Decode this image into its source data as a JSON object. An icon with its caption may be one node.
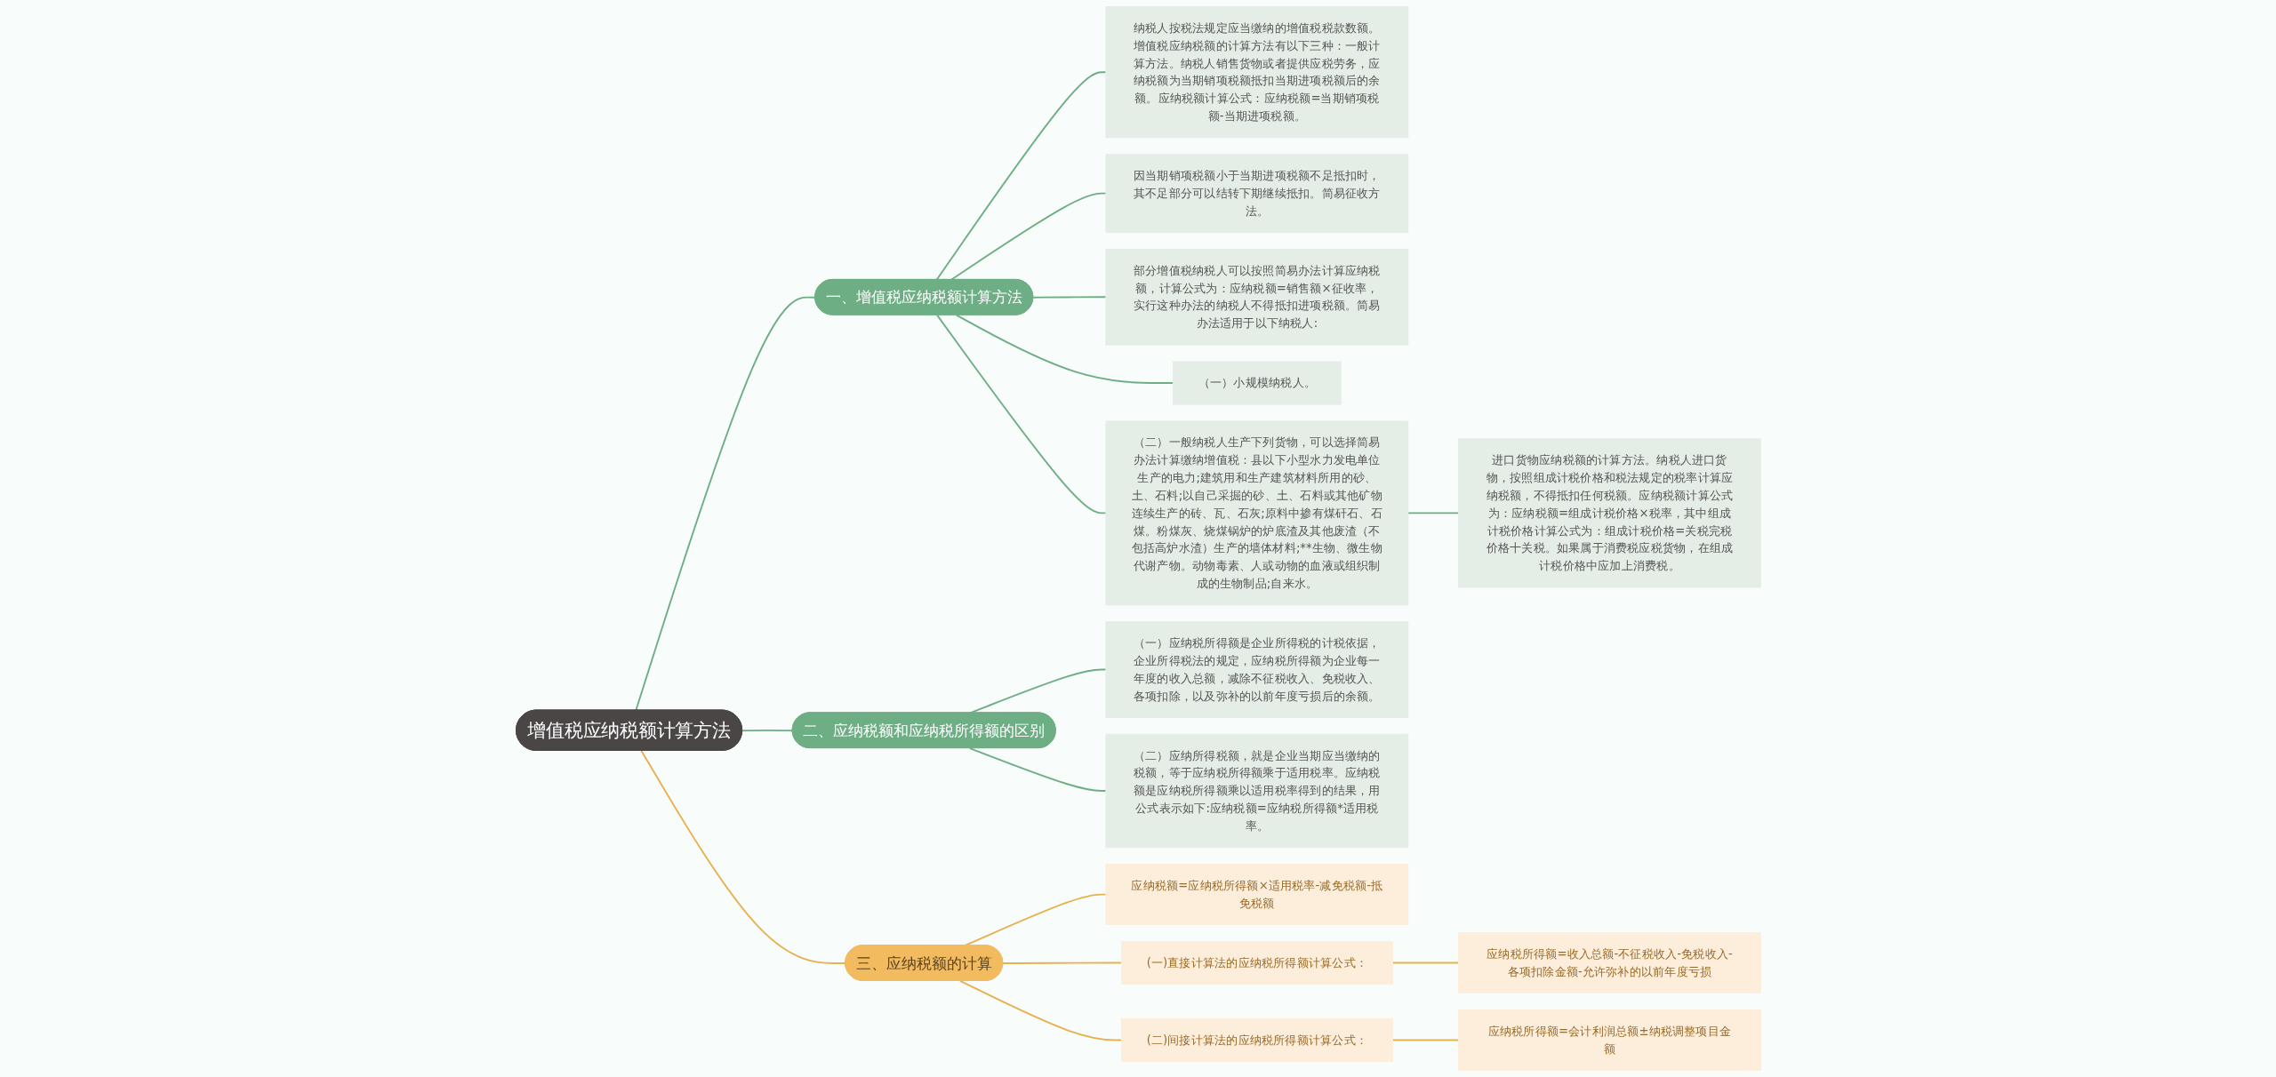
{
  "diagram": {
    "nodes": [
      {
        "text": [
          "增值税应纳税额计算方法"
        ]
      },
      {
        "text": [
          "一、增值税应纳税额计算方法"
        ]
      },
      {
        "text": [
          "纳税人按税法规定应当缴纳的增值税税款数额。增值税应纳税额的计算方法有以下三种：一般计算方法。纳税人销售货物或者提供应税劳务，应纳税额为当期销项税额抵扣当期进项税额后的余额。应纳税额计算公式：应纳税额=当期销项税额-当期进项税额。"
        ]
      },
      {
        "text": [
          "因当期销项税额小于当期进项税额不足抵扣时，其不足部分可以结转下期继续抵扣。简易征收方法。"
        ]
      },
      {
        "text": [
          "部分增值税纳税人可以按照简易办法计算应纳税额，计算公式为：应纳税额=销售额×征收率，实行这种办法的纳税人不得抵扣进项税额。简易办法适用于以下纳税人:"
        ]
      },
      {
        "text": [
          "（一）小规模纳税人。"
        ]
      },
      {
        "text": [
          "（二）一般纳税人生产下列货物，可以选择简易办法计算缴纳增值税：县以下小型水力发电单位生产的电力;建筑用和生产建筑材料所用的砂、土、石料;以自己采掘的砂、土、石料或其他矿物连续生产的砖、瓦、石灰;原料中掺有煤矸石、石煤。粉煤灰、烧煤锅炉的炉底渣及其他废渣（不包括高炉水渣）生产的墙体材料;**生物、微生物代谢产物。动物毒素、人或动物的血液或组织制成的生物制品;自来水。"
        ]
      },
      {
        "text": [
          "进口货物应纳税额的计算方法。纳税人进口货物，按照组成计税价格和税法规定的税率计算应纳税额，不得抵扣任何税额。应纳税额计算公式为：应纳税额=组成计税价格×税率，其中组成计税价格计算公式为：组成计税价格=关税完税价格十关税。如果属于消费税应税货物，在组成计税价格中应加上消费税。"
        ]
      },
      {
        "text": [
          "二、应纳税额和应纳税所得额的区别"
        ]
      },
      {
        "text": [
          "（一）应纳税所得额是企业所得税的计税依据，企业所得税法的规定，应纳税所得额为企业每一年度的收入总额，减除不征税收入、免税收入、各项扣除，以及弥补的以前年度亏损后的余额。"
        ]
      },
      {
        "text": [
          "（二）应纳所得税额，就是企业当期应当缴纳的税额，等于应纳税所得额乘于适用税率。应纳税额是应纳税所得额乘以适用税率得到的结果，用公式表示如下:应纳税额=应纳税所得额*适用税率。"
        ]
      },
      {
        "text": [
          "三、应纳税额的计算"
        ]
      },
      {
        "text": [
          "应纳税额=应纳税所得额×适用税率-减免税额-抵免税额"
        ]
      },
      {
        "text": [
          "(一)直接计算法的应纳税所得额计算公式："
        ]
      },
      {
        "text": [
          "应纳税所得额=收入总额-不征税收入-免税收入-各项扣除金额-允许弥补的以前年度亏损"
        ]
      },
      {
        "text": [
          "(二)间接计算法的应纳税所得额计算公式："
        ]
      },
      {
        "text": [
          "应纳税所得额=会计利润总额±纳税调整项目金额"
        ]
      }
    ],
    "edges": [
      {
        "from": 0,
        "to": 1,
        "arrow": "none"
      },
      {
        "from": 1,
        "to": 2,
        "arrow": "none"
      },
      {
        "from": 1,
        "to": 3,
        "arrow": "none"
      },
      {
        "from": 1,
        "to": 4,
        "arrow": "none"
      },
      {
        "from": 1,
        "to": 5,
        "arrow": "none"
      },
      {
        "from": 1,
        "to": 6,
        "arrow": "none"
      },
      {
        "from": 6,
        "to": 7,
        "arrow": "none"
      },
      {
        "from": 0,
        "to": 8,
        "arrow": "none"
      },
      {
        "from": 8,
        "to": 9,
        "arrow": "none"
      },
      {
        "from": 8,
        "to": 10,
        "arrow": "none"
      },
      {
        "from": 0,
        "to": 11,
        "arrow": "none",
        "color": "#e8b14f"
      },
      {
        "from": 11,
        "to": 12,
        "arrow": "none",
        "color": "#e8b14f"
      },
      {
        "from": 11,
        "to": 13,
        "arrow": "none",
        "color": "#e8b14f"
      },
      {
        "from": 11,
        "to": 15,
        "arrow": "none",
        "color": "#e8b14f"
      },
      {
        "from": 13,
        "to": 14,
        "arrow": "none",
        "color": "#e8b14f"
      },
      {
        "from": 15,
        "to": 16,
        "arrow": "none",
        "color": "#e8b14f"
      }
    ]
  }
}
